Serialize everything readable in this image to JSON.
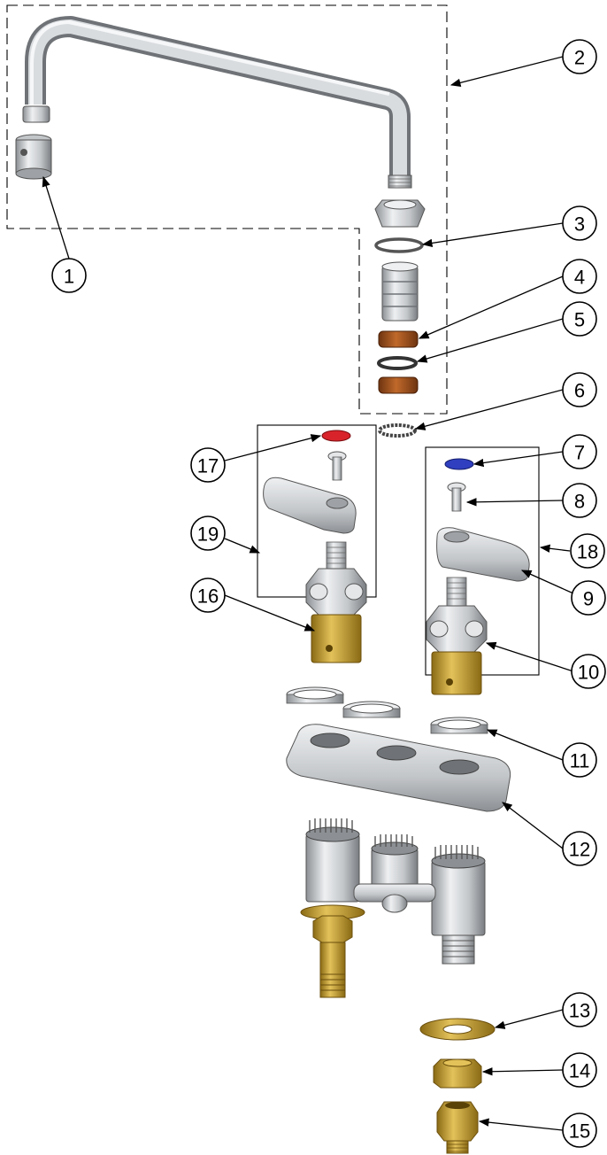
{
  "callouts": [
    "1",
    "2",
    "3",
    "4",
    "5",
    "6",
    "7",
    "8",
    "9",
    "10",
    "11",
    "12",
    "13",
    "14",
    "15",
    "16",
    "17",
    "18",
    "19"
  ],
  "colors": {
    "line": "#000000",
    "steel_light": "#e4e6e8",
    "steel_mid": "#b7babd",
    "steel_dark": "#7d8084",
    "brass": "#c8a02a",
    "brass_dark": "#8a6a14",
    "washer_brown": "#a5541d",
    "cap_red": "#d8232a",
    "cap_blue": "#2f3fbf"
  },
  "icons": [
    "arrowhead-icon"
  ]
}
